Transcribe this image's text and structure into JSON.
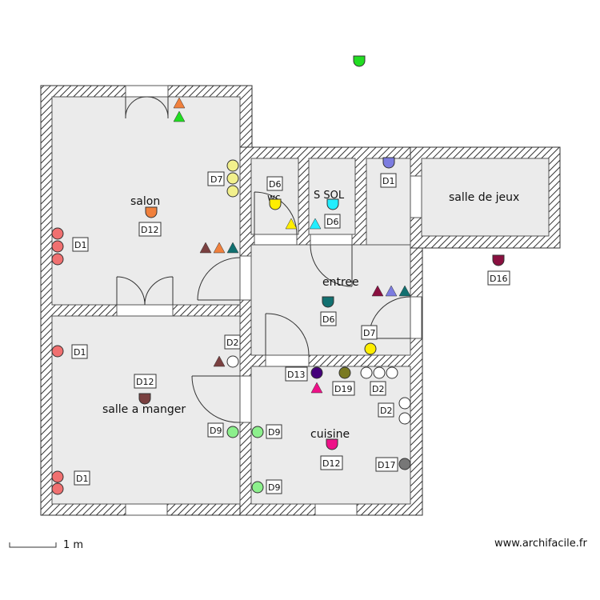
{
  "colors": {
    "wall_hatch": "#333333",
    "floor": "#ebebeb",
    "red_outlet": "#f07070",
    "yellow_outlet": "#f2f08c",
    "white_outlet": "#ffffff",
    "light_green_outlet": "#8cf08c",
    "orange_light": "#f0803c",
    "green": "#22dd22",
    "yellow": "#ffee00",
    "cyan": "#22eeff",
    "periwinkle": "#7c7ce0",
    "teal": "#117070",
    "brown": "#7a4040",
    "maroon": "#8a1040",
    "magenta": "#ee1188",
    "purple": "#44007a",
    "olive": "#7a7a22",
    "gray": "#777777"
  },
  "rooms": {
    "salon": "salon",
    "wc": "wc",
    "s_sol": "S SOL",
    "salle_de_jeux": "salle de jeux",
    "entree": "entree",
    "salle_a_manger": "salle a manger",
    "cuisine": "cuisine"
  },
  "tags": {
    "salon_d7": "D7",
    "salon_d12": "D12",
    "salon_d1": "D1",
    "wc_d6": "D6",
    "ssol_d6": "D6",
    "jeux_d1": "D1",
    "ext_d16": "D16",
    "entree_d6": "D6",
    "entree_d7": "D7",
    "sam_d2": "D2",
    "sam_d1_top": "D1",
    "sam_d12": "D12",
    "sam_d9": "D9",
    "sam_d1_bottom": "D1",
    "cuisine_d13": "D13",
    "cuisine_d19": "D19",
    "cuisine_d2_top": "D2",
    "cuisine_d2_right": "D2",
    "cuisine_d9_top": "D9",
    "cuisine_d12": "D12",
    "cuisine_d17": "D17",
    "cuisine_d9_bottom": "D9"
  },
  "footer": {
    "scale_label": "1 m",
    "site": "www.archifacile.fr"
  }
}
